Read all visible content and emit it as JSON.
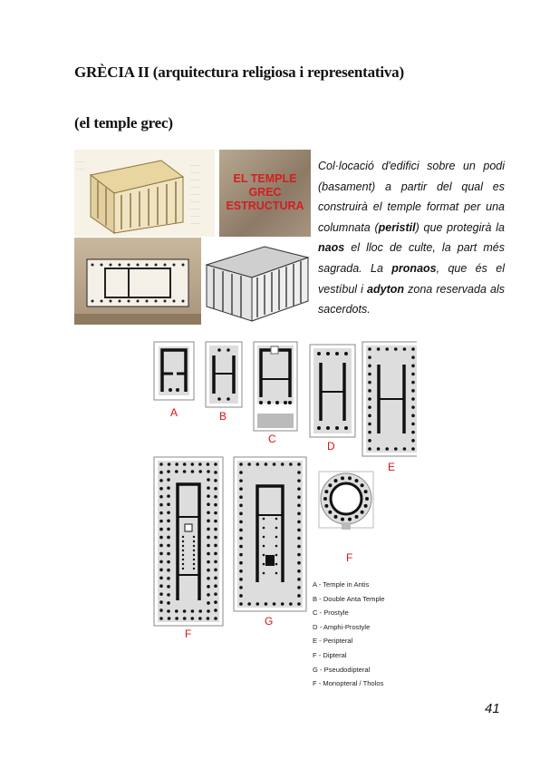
{
  "heading": {
    "title": "GRÈCIA II (arquitectura religiosa i representativa)",
    "subtitle": "(el temple grec)"
  },
  "intro_image": {
    "sign_line1": "EL TEMPLE",
    "sign_line2": "GREC",
    "sign_line3": "ESTRUCTURA"
  },
  "paragraph": [
    {
      "t": "Col·locació d'edifici sobre un podi (basament) a partir del qual es construirà el temple format per una columnata (",
      "b": false
    },
    {
      "t": "peristil",
      "b": true
    },
    {
      "t": ") que protegirà la ",
      "b": false
    },
    {
      "t": "naos",
      "b": true
    },
    {
      "t": " el lloc de culte, la part més sagrada. La ",
      "b": false
    },
    {
      "t": "pronaos",
      "b": true
    },
    {
      "t": ", que és el vestíbul i ",
      "b": false
    },
    {
      "t": "adyton",
      "b": true
    },
    {
      "t": " zona reservada als sacerdots.",
      "b": false
    }
  ],
  "plan_letters": [
    "A",
    "B",
    "C",
    "D",
    "E",
    "F",
    "G",
    "F"
  ],
  "legend": [
    "A - Temple in Antis",
    "B - Double Anta Temple",
    "C - Prostyle",
    "D - Amphi-Prostyle",
    "E - Peripteral",
    "F - Dipteral",
    "G - Pseudodipteral",
    "F - Monopteral / Tholos"
  ],
  "page_number": "41",
  "colors": {
    "letter_red": "#d11111",
    "sign_red": "#d21f1f"
  }
}
